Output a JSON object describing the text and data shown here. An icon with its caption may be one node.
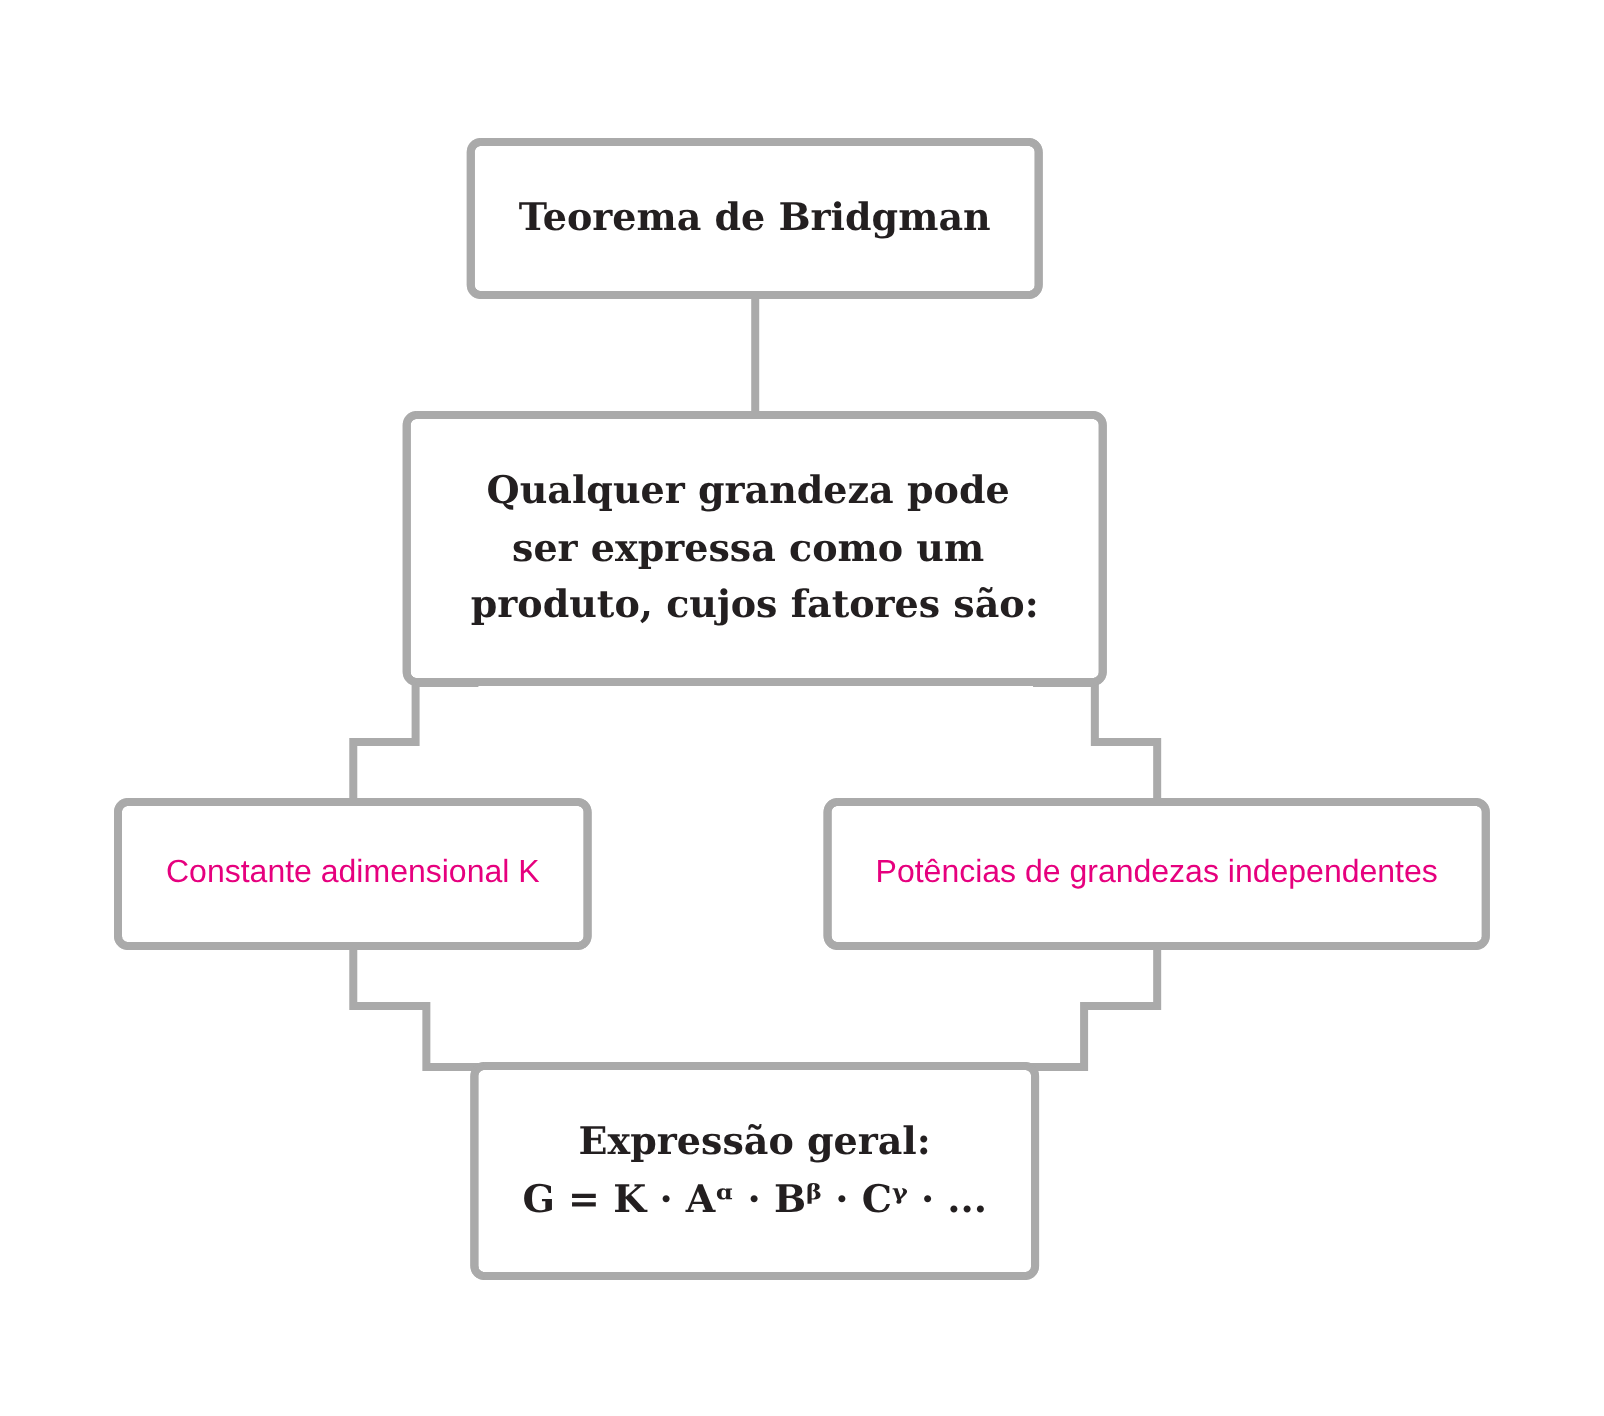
{
  "diagram": {
    "nodes": [
      {
        "text": [
          "Teorema de Bridgman"
        ]
      },
      {
        "text": [
          "Qualquer grandeza pode ser expressa como um produto, cujos fatores são:"
        ]
      },
      {
        "text": [
          "Constante adimensional K"
        ]
      },
      {
        "text": [
          "Potências de grandezas independentes"
        ]
      },
      {
        "text": [
          "Expressão geral:",
          "G = K · Aᵅ · Bᵝ · Cᵞ · ..."
        ]
      }
    ],
    "edges": [
      {
        "from": 0,
        "to": 1,
        "arrow": "none"
      },
      {
        "from": 1,
        "to": 2,
        "arrow": "none"
      },
      {
        "from": 1,
        "to": 3,
        "arrow": "none"
      },
      {
        "from": 2,
        "to": 4,
        "arrow": "none"
      },
      {
        "from": 3,
        "to": 4,
        "arrow": "none"
      }
    ]
  }
}
